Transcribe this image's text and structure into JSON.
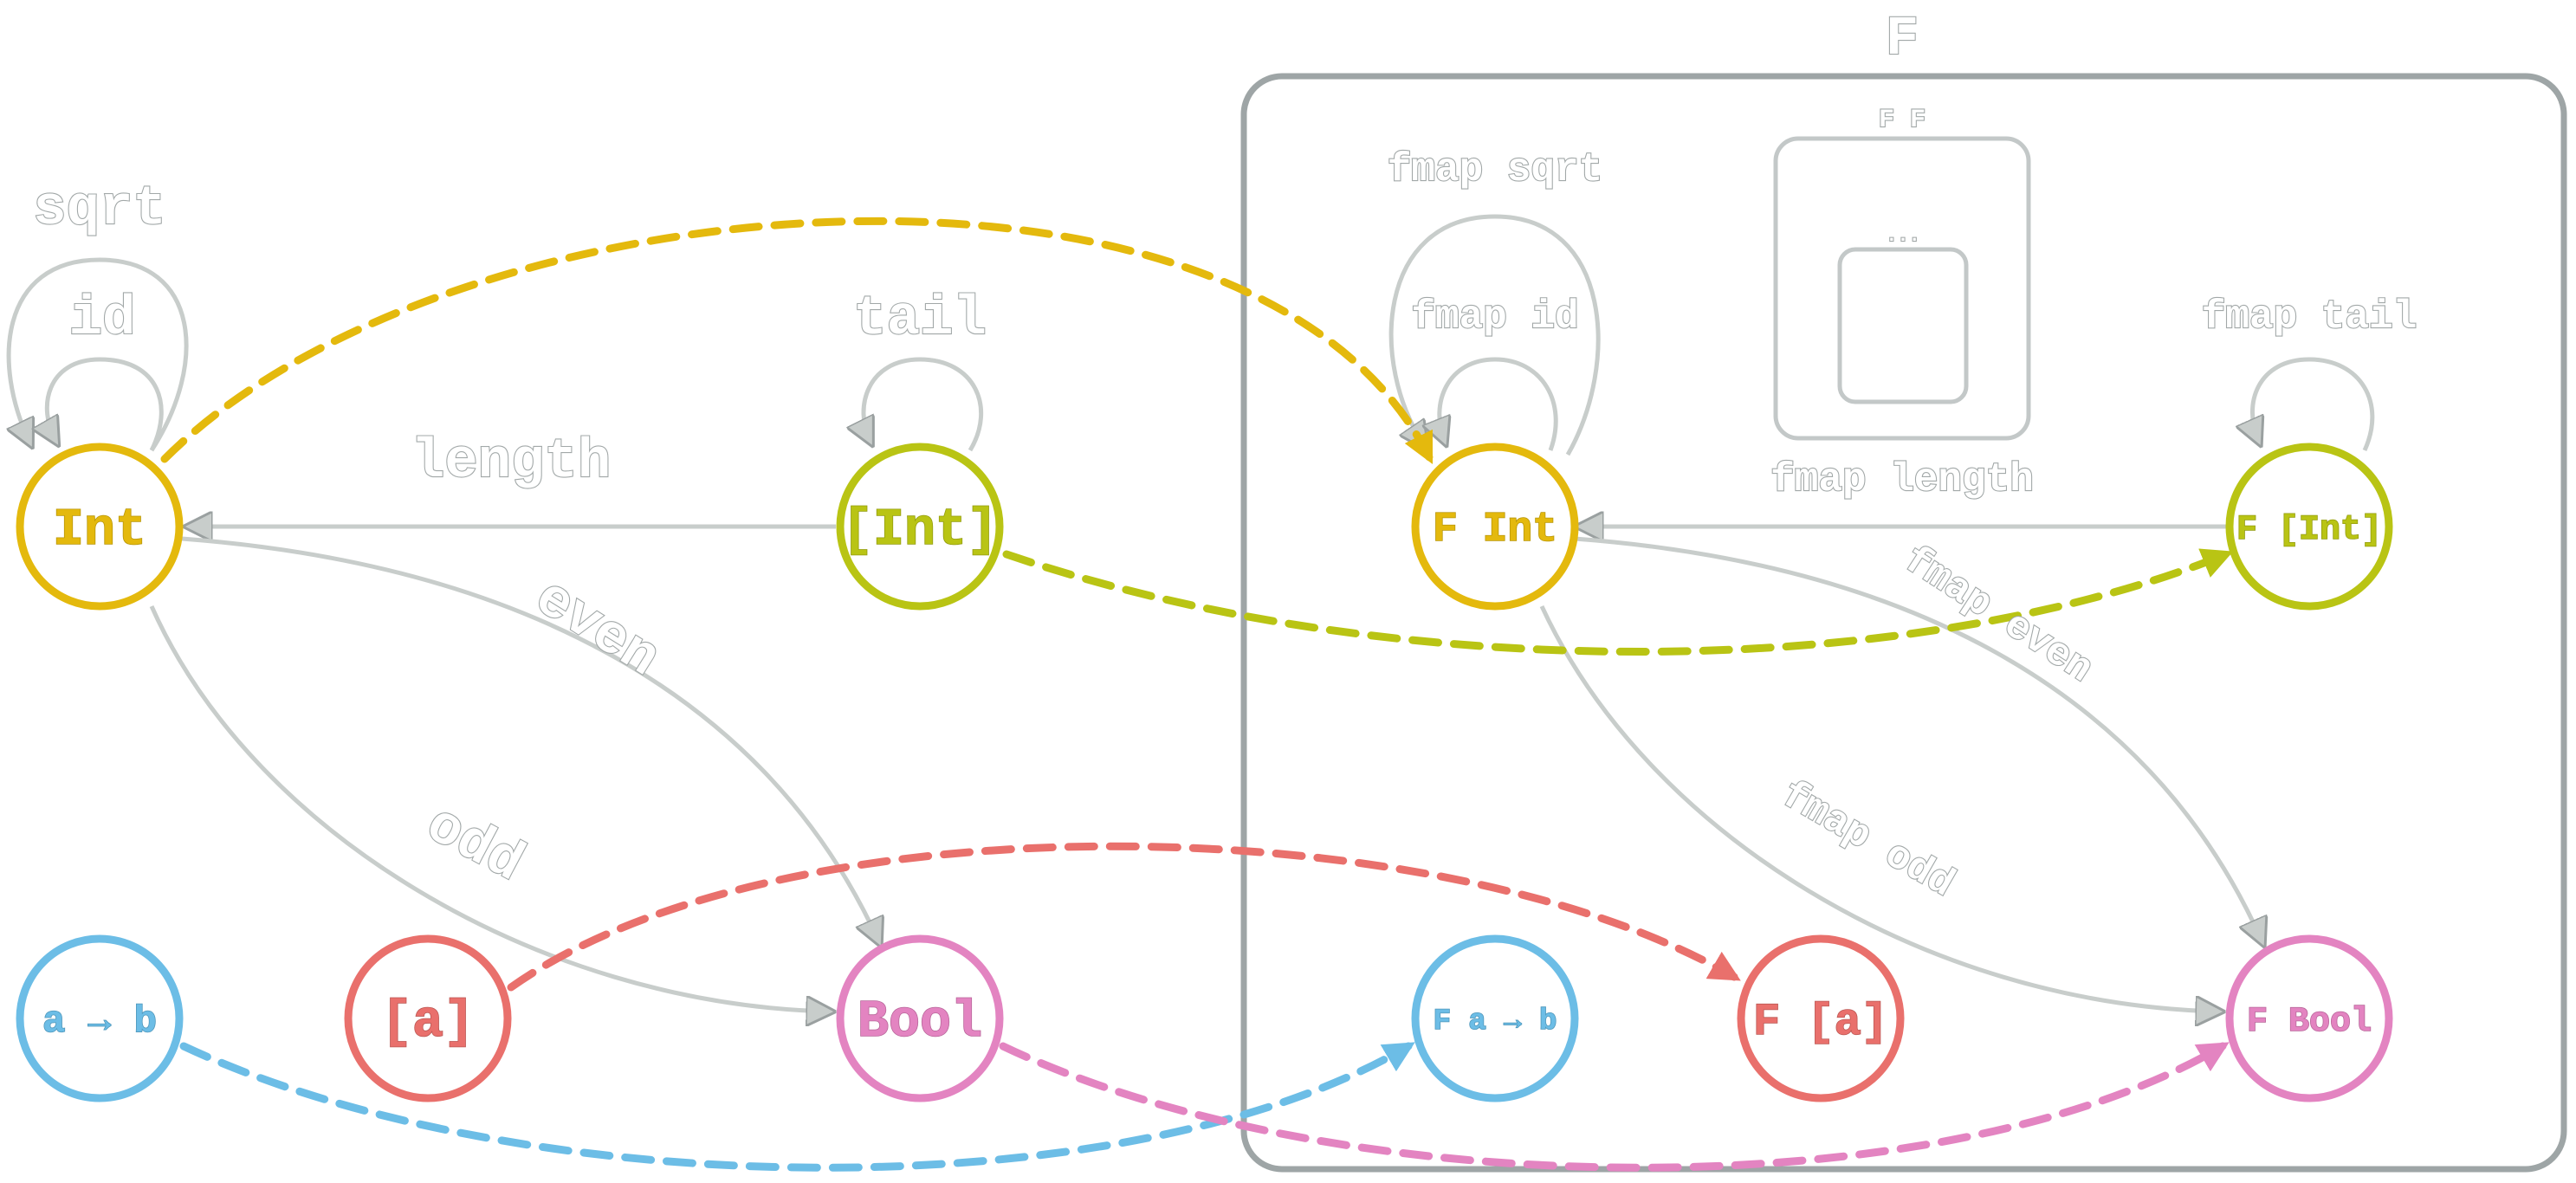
{
  "colors": {
    "int": "#e4b90d",
    "list_int": "#b9c414",
    "bool": "#e384c1",
    "list_a": "#e9706c",
    "fn": "#6cbde6",
    "edge": "#c8cdcb",
    "frame": "#9ea5a6"
  },
  "functor": {
    "title": "F",
    "inner_title": "F F",
    "inner_ellipsis": "..."
  },
  "nodes": {
    "int": "Int",
    "list_int": "[Int]",
    "bool": "Bool",
    "list_a": "[a]",
    "fn": "a → b",
    "f_int": "F Int",
    "f_list_int": "F [Int]",
    "f_bool": "F Bool",
    "f_list_a": "F [a]",
    "f_fn": "F a → b"
  },
  "edges": {
    "sqrt": "sqrt",
    "id": "id",
    "tail": "tail",
    "length": "length",
    "even": "even",
    "odd": "odd",
    "fmap_sqrt": "fmap sqrt",
    "fmap_id": "fmap id",
    "fmap_tail": "fmap tail",
    "fmap_length": "fmap length",
    "fmap_even": "fmap even",
    "fmap_odd": "fmap odd"
  }
}
